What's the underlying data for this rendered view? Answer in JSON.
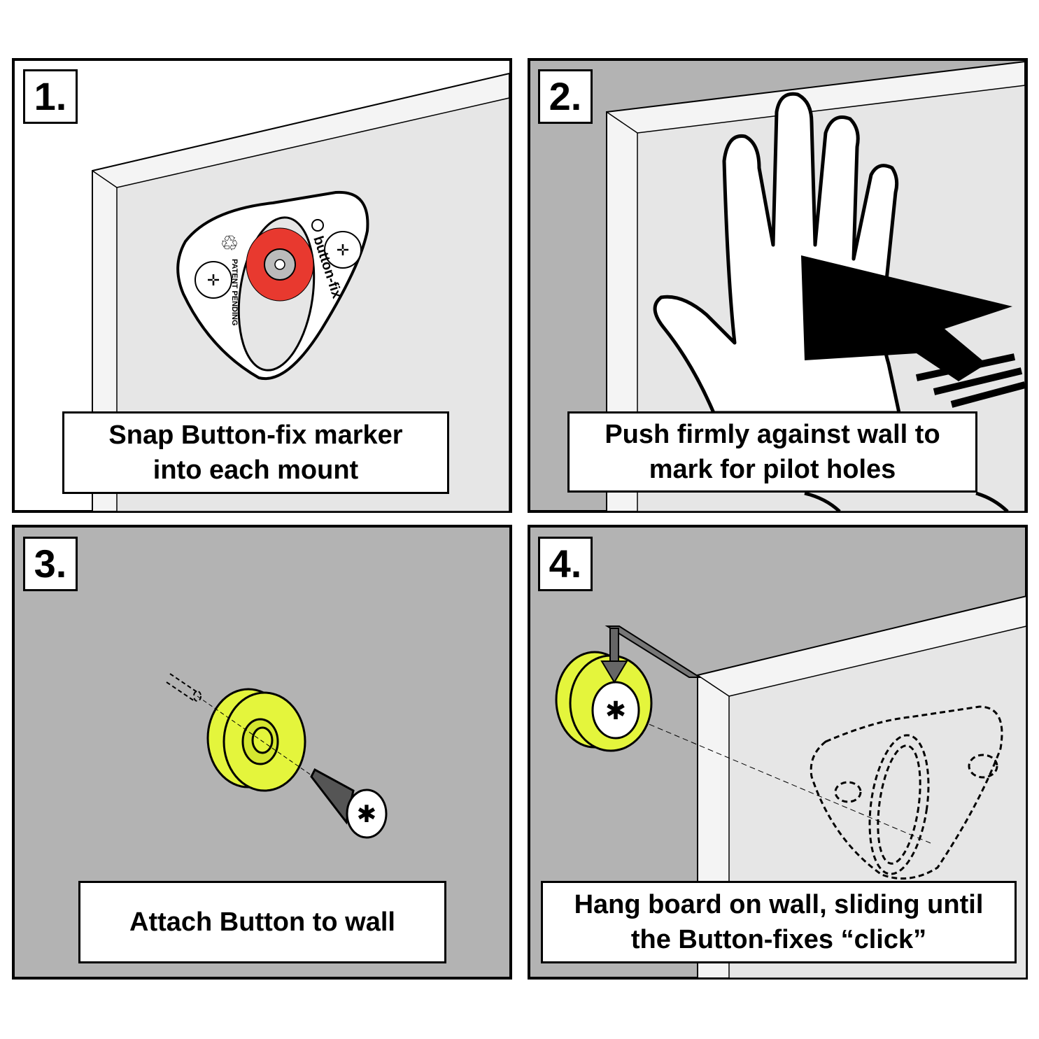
{
  "panels": [
    {
      "number": "1.",
      "caption_lines": [
        "Snap Button-fix marker",
        "into each mount"
      ],
      "mount_brand": "button-fix",
      "mount_label": "PATENT PENDING"
    },
    {
      "number": "2.",
      "caption_lines": [
        "Push firmly against wall to",
        "mark for pilot holes"
      ]
    },
    {
      "number": "3.",
      "caption_lines": [
        "Attach Button to wall"
      ]
    },
    {
      "number": "4.",
      "caption_lines": [
        "Hang board on wall, sliding until",
        "the Button-fixes “click”"
      ]
    }
  ],
  "colors": {
    "panel_gray": "#b3b3b3",
    "board": "#e6e6e6",
    "marker_red": "#e8392f",
    "button_yellow": "#e4f53c"
  }
}
